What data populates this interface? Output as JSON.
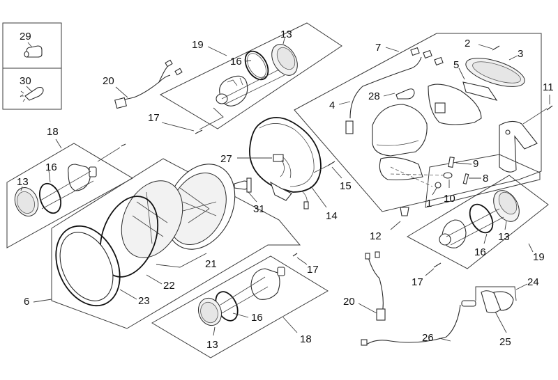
{
  "diagram": {
    "title": "Lighting system exploded parts diagram",
    "inset_box": {
      "items": [
        {
          "number": "29",
          "part": "small-bulb"
        },
        {
          "number": "30",
          "part": "wedge-bulb"
        }
      ]
    },
    "callouts": {
      "c1": "1",
      "c2": "2",
      "c3": "3",
      "c4": "4",
      "c5": "5",
      "c6": "6",
      "c7": "7",
      "c8": "8",
      "c9": "9",
      "c10": "10",
      "c11": "11",
      "c12": "12",
      "c13a": "13",
      "c13b": "13",
      "c13c": "13",
      "c13d": "13",
      "c14": "14",
      "c15": "15",
      "c16a": "16",
      "c16b": "16",
      "c16c": "16",
      "c16d": "16",
      "c17a": "17",
      "c17b": "17",
      "c17c": "17",
      "c18a": "18",
      "c18b": "18",
      "c19a": "19",
      "c19b": "19",
      "c20a": "20",
      "c20b": "20",
      "c21": "21",
      "c22": "22",
      "c23": "23",
      "c24": "24",
      "c25": "25",
      "c26": "26",
      "c27": "27",
      "c28": "28",
      "c29": "29",
      "c30": "30",
      "c31": "31"
    }
  }
}
